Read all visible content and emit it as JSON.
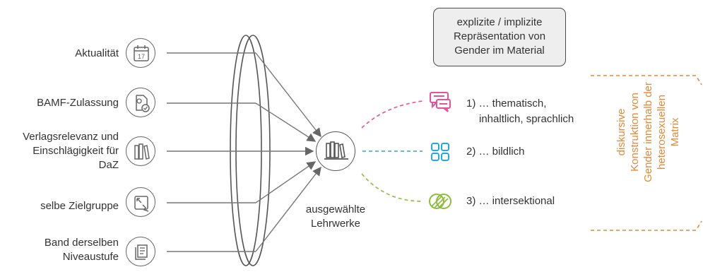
{
  "criteria": [
    {
      "lines": [
        "Aktualität"
      ],
      "icon": "calendar-icon",
      "icon_text": "17"
    },
    {
      "lines": [
        "BAMF-Zulassung"
      ],
      "icon": "certified-document-icon"
    },
    {
      "lines": [
        "Verlagsrelevanz und",
        "Einschlägigkeit für",
        "DaZ"
      ],
      "icon": "books-icon"
    },
    {
      "lines": [
        "selbe Zielgruppe"
      ],
      "icon": "target-group-icon"
    },
    {
      "lines": [
        "Band derselben",
        "Niveaustufe"
      ],
      "icon": "book-pages-icon"
    }
  ],
  "hub": {
    "lines": [
      "ausgewählte",
      "Lehrwerke"
    ],
    "icon": "bookshelf-icon"
  },
  "top_box": {
    "lines": [
      "explizite / implizite",
      "Repräsentation von",
      "Gender im Material"
    ]
  },
  "outcomes": [
    {
      "line1": "1) … thematisch,",
      "line2": "inhaltlich, sprachlich",
      "icon": "chat-bubbles-icon",
      "color": "#e0559a"
    },
    {
      "line1": "2) … bildlich",
      "icon": "grid-squares-icon",
      "color": "#2aa7d6"
    },
    {
      "line1": "3) … intersektional",
      "icon": "overlapping-circles-icon",
      "color": "#8cbd3c"
    }
  ],
  "side_bracket": {
    "lines": [
      "diskursive",
      "Konstruktion von",
      "Gender innerhalb der",
      "heterosexuellen",
      "Matrix"
    ],
    "color": "#e08a3c"
  },
  "colors": {
    "line": "#777777",
    "lens": "#555555"
  }
}
